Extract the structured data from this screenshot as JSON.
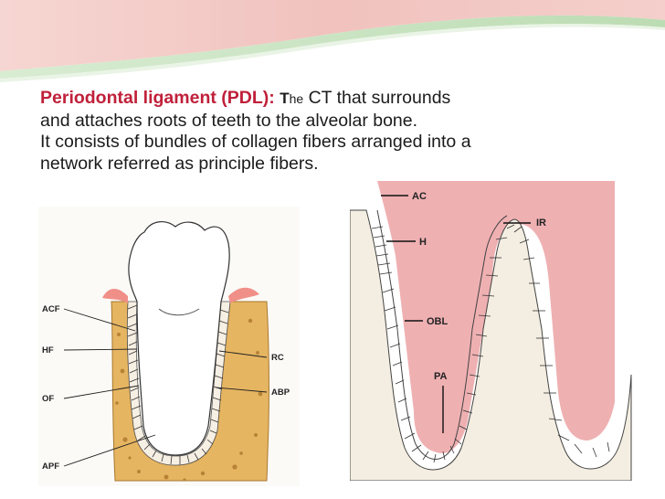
{
  "slide": {
    "term": "Periodontal ligament (PDL):",
    "the_cap": "T",
    "the_rest": "he",
    "line1_rest": " CT that surrounds",
    "line2": "and attaches roots of teeth to the alveolar bone.",
    "line3": "It consists of bundles of collagen fibers arranged into a",
    "line4": "network referred as principle fibers."
  },
  "left_figure": {
    "labels": {
      "acf": "ACF",
      "hf": "HF",
      "of": "OF",
      "apf": "APF",
      "rc": "RC",
      "abp": "ABP"
    }
  },
  "right_figure": {
    "labels": {
      "ac": "AC",
      "ir": "IR",
      "h": "H",
      "obl": "OBL",
      "pa": "PA"
    }
  },
  "colors": {
    "term": "#c0203a",
    "wave_green": "#c7e3c0",
    "wave_pink": "#f3c9c5",
    "bone": "#e3b25c",
    "gingiva_pink": "#efb3b5"
  }
}
